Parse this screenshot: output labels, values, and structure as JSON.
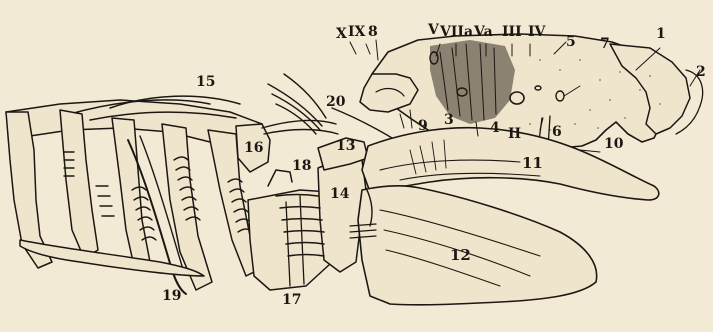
{
  "labels": {
    "n1": "1",
    "n2": "2",
    "n3": "3",
    "n4": "4",
    "n5": "5",
    "n6": "6",
    "n7": "7",
    "n8": "8",
    "n9": "9",
    "n10": "10",
    "n11": "11",
    "n12": "12",
    "n13": "13",
    "n14": "14",
    "n15": "15",
    "n16": "16",
    "n17": "17",
    "n18": "18",
    "n19": "19",
    "n20": "20",
    "rII": "II",
    "rIII": "III",
    "rIV": "IV",
    "rV": "V",
    "rVa": "Va",
    "rVIIa": "VIIa",
    "rIX": "IX",
    "rX": "X"
  },
  "colors": {
    "ink": "#1c1712",
    "paper": "#f3ead6"
  }
}
